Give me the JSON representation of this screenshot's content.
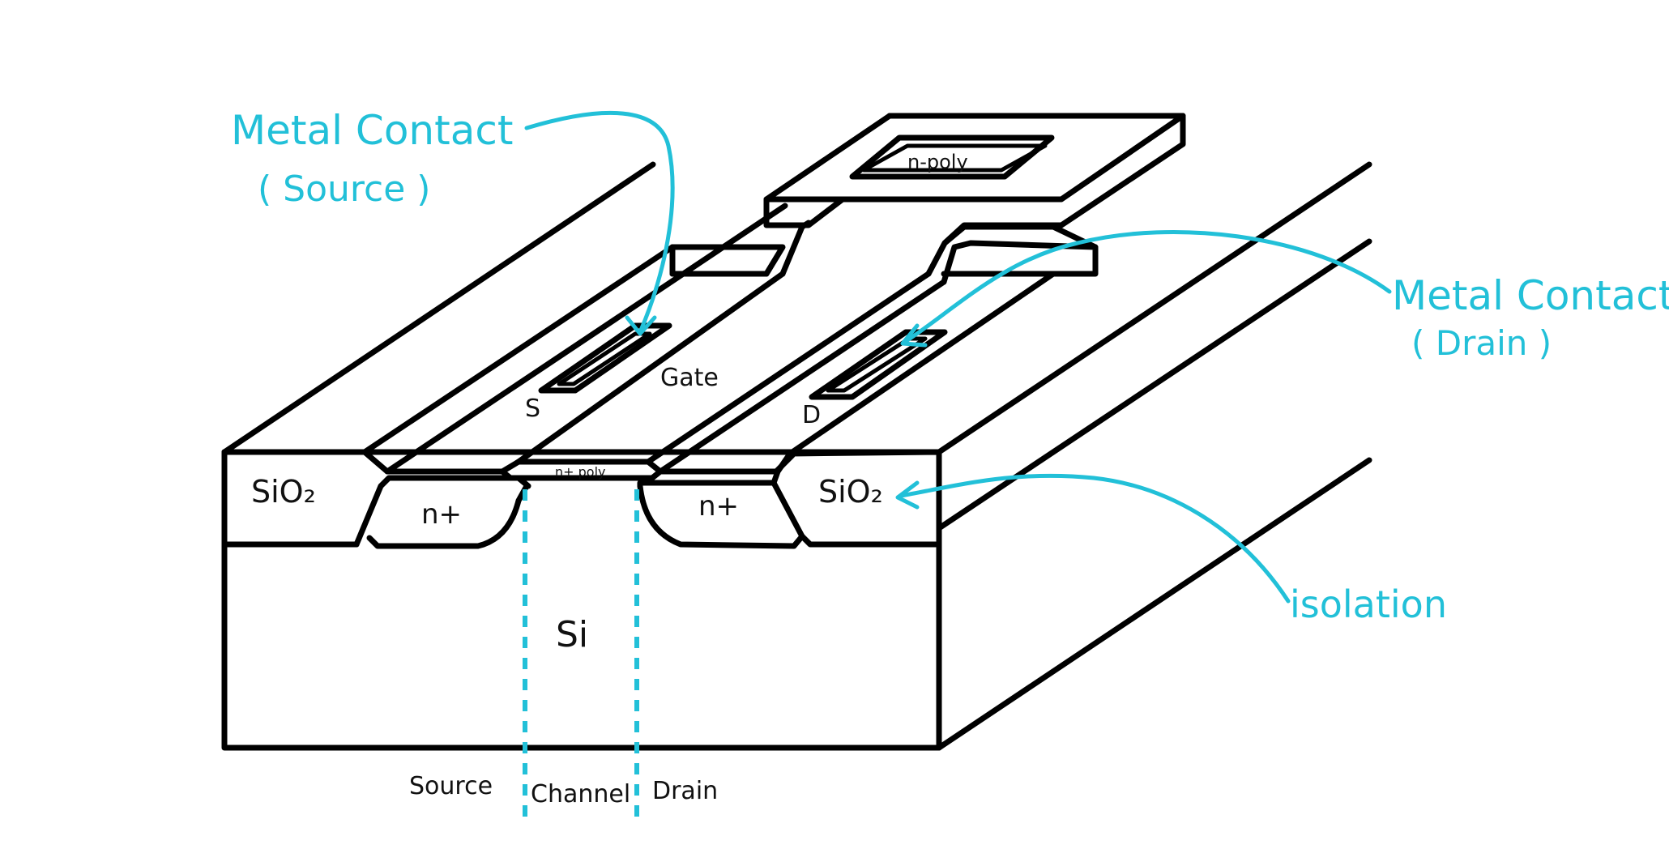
{
  "colors": {
    "ink": "#000000",
    "annotation": "#22c0d8",
    "background": "#ffffff"
  },
  "labels": {
    "metal_contact_source": "Metal Contact",
    "metal_contact_source_sub": "( Source )",
    "metal_contact_drain": "Metal Contact",
    "metal_contact_drain_sub": "( Drain )",
    "isolation": "isolation",
    "n_poly_pad": "n-poly",
    "n_poly_gate": "n+ poly",
    "gate": "Gate",
    "source_letter": "S",
    "drain_letter": "D",
    "sio2_left": "SiO₂",
    "sio2_right": "SiO₂",
    "n_plus_left": "n+",
    "n_plus_right": "n+",
    "substrate": "Si",
    "region_source": "Source",
    "region_channel": "Channel",
    "region_drain": "Drain"
  }
}
